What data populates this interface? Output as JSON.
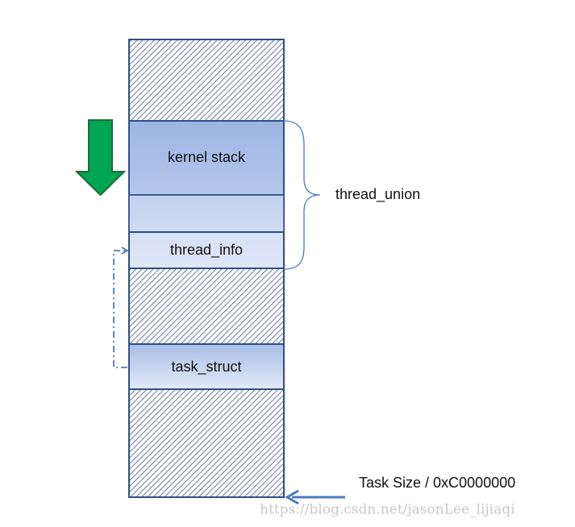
{
  "blocks": {
    "kernel_stack": "kernel stack",
    "thread_info": "thread_info",
    "task_struct": "task_struct"
  },
  "brace_label": "thread_union",
  "bottom_label": "Task Size / 0xC0000000",
  "watermark": "https://blog.csdn.net/jasonLee_lijiaqi",
  "colors": {
    "border": "#2f4f86",
    "hatch": "#3b5a8c",
    "green_arrow": "#00a651",
    "green_arrow_border": "#1f6b3a",
    "link_arrow": "#4a7ac0"
  },
  "icons": {
    "down_arrow": "green-down-arrow-icon",
    "pointer": "dash-dot-pointer-icon",
    "bottom_arrow": "left-arrow-icon"
  }
}
